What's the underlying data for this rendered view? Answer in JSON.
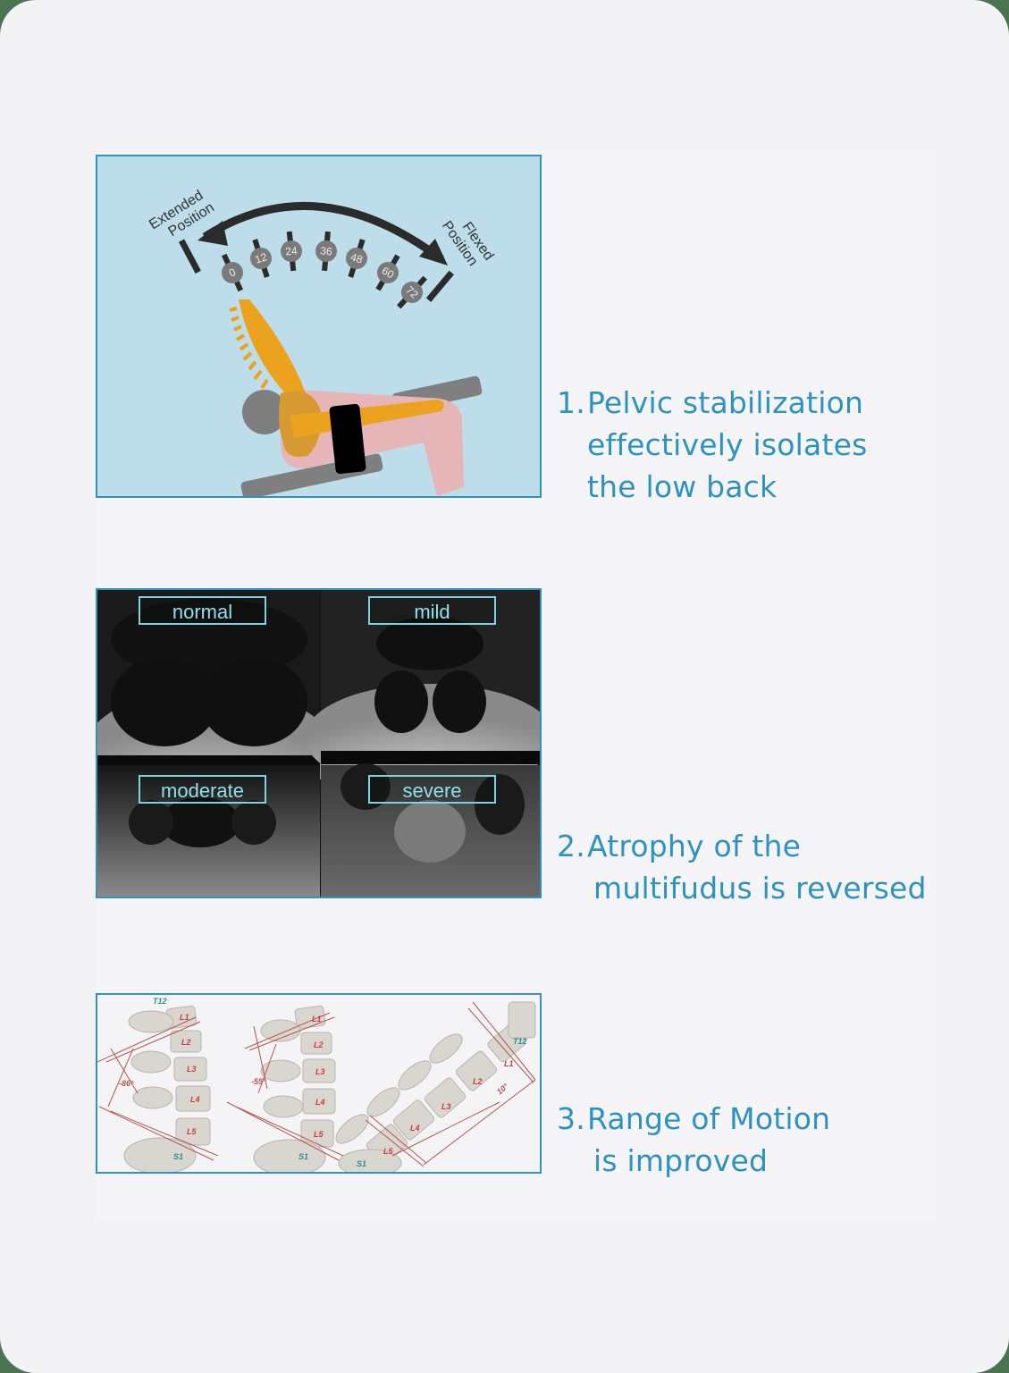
{
  "sections": [
    {
      "number": "1.",
      "caption_lines": [
        "Pelvic stabilization",
        "effectively isolates",
        "the low back"
      ],
      "figure": {
        "type": "diagram",
        "labels": {
          "extended": [
            "Extended",
            "Position"
          ],
          "flexed": [
            "Flexed",
            "Position"
          ]
        },
        "angle_markers": [
          "0",
          "12",
          "24",
          "36",
          "48",
          "60",
          "72"
        ]
      }
    },
    {
      "number": "2.",
      "caption_lines": [
        "Atrophy of the",
        "multifudus is reversed"
      ],
      "figure": {
        "type": "mri-grid",
        "quadrants": [
          "normal",
          "mild",
          "moderate",
          "severe"
        ]
      }
    },
    {
      "number": "3.",
      "caption_lines": [
        "Range of Motion",
        "is improved"
      ],
      "figure": {
        "type": "spine-xray",
        "angles": [
          "-86°",
          "-55°",
          "10°"
        ],
        "vertebrae": [
          "T12",
          "L1",
          "L2",
          "L3",
          "L4",
          "L5",
          "S1"
        ]
      }
    }
  ],
  "colors": {
    "accent": "#2e92c0",
    "border": "#2f93c2",
    "diagram_bg": "#bcdde9",
    "spine": "#eba21e",
    "body": "#e6b5b8",
    "label_box": "#7fd3de"
  }
}
